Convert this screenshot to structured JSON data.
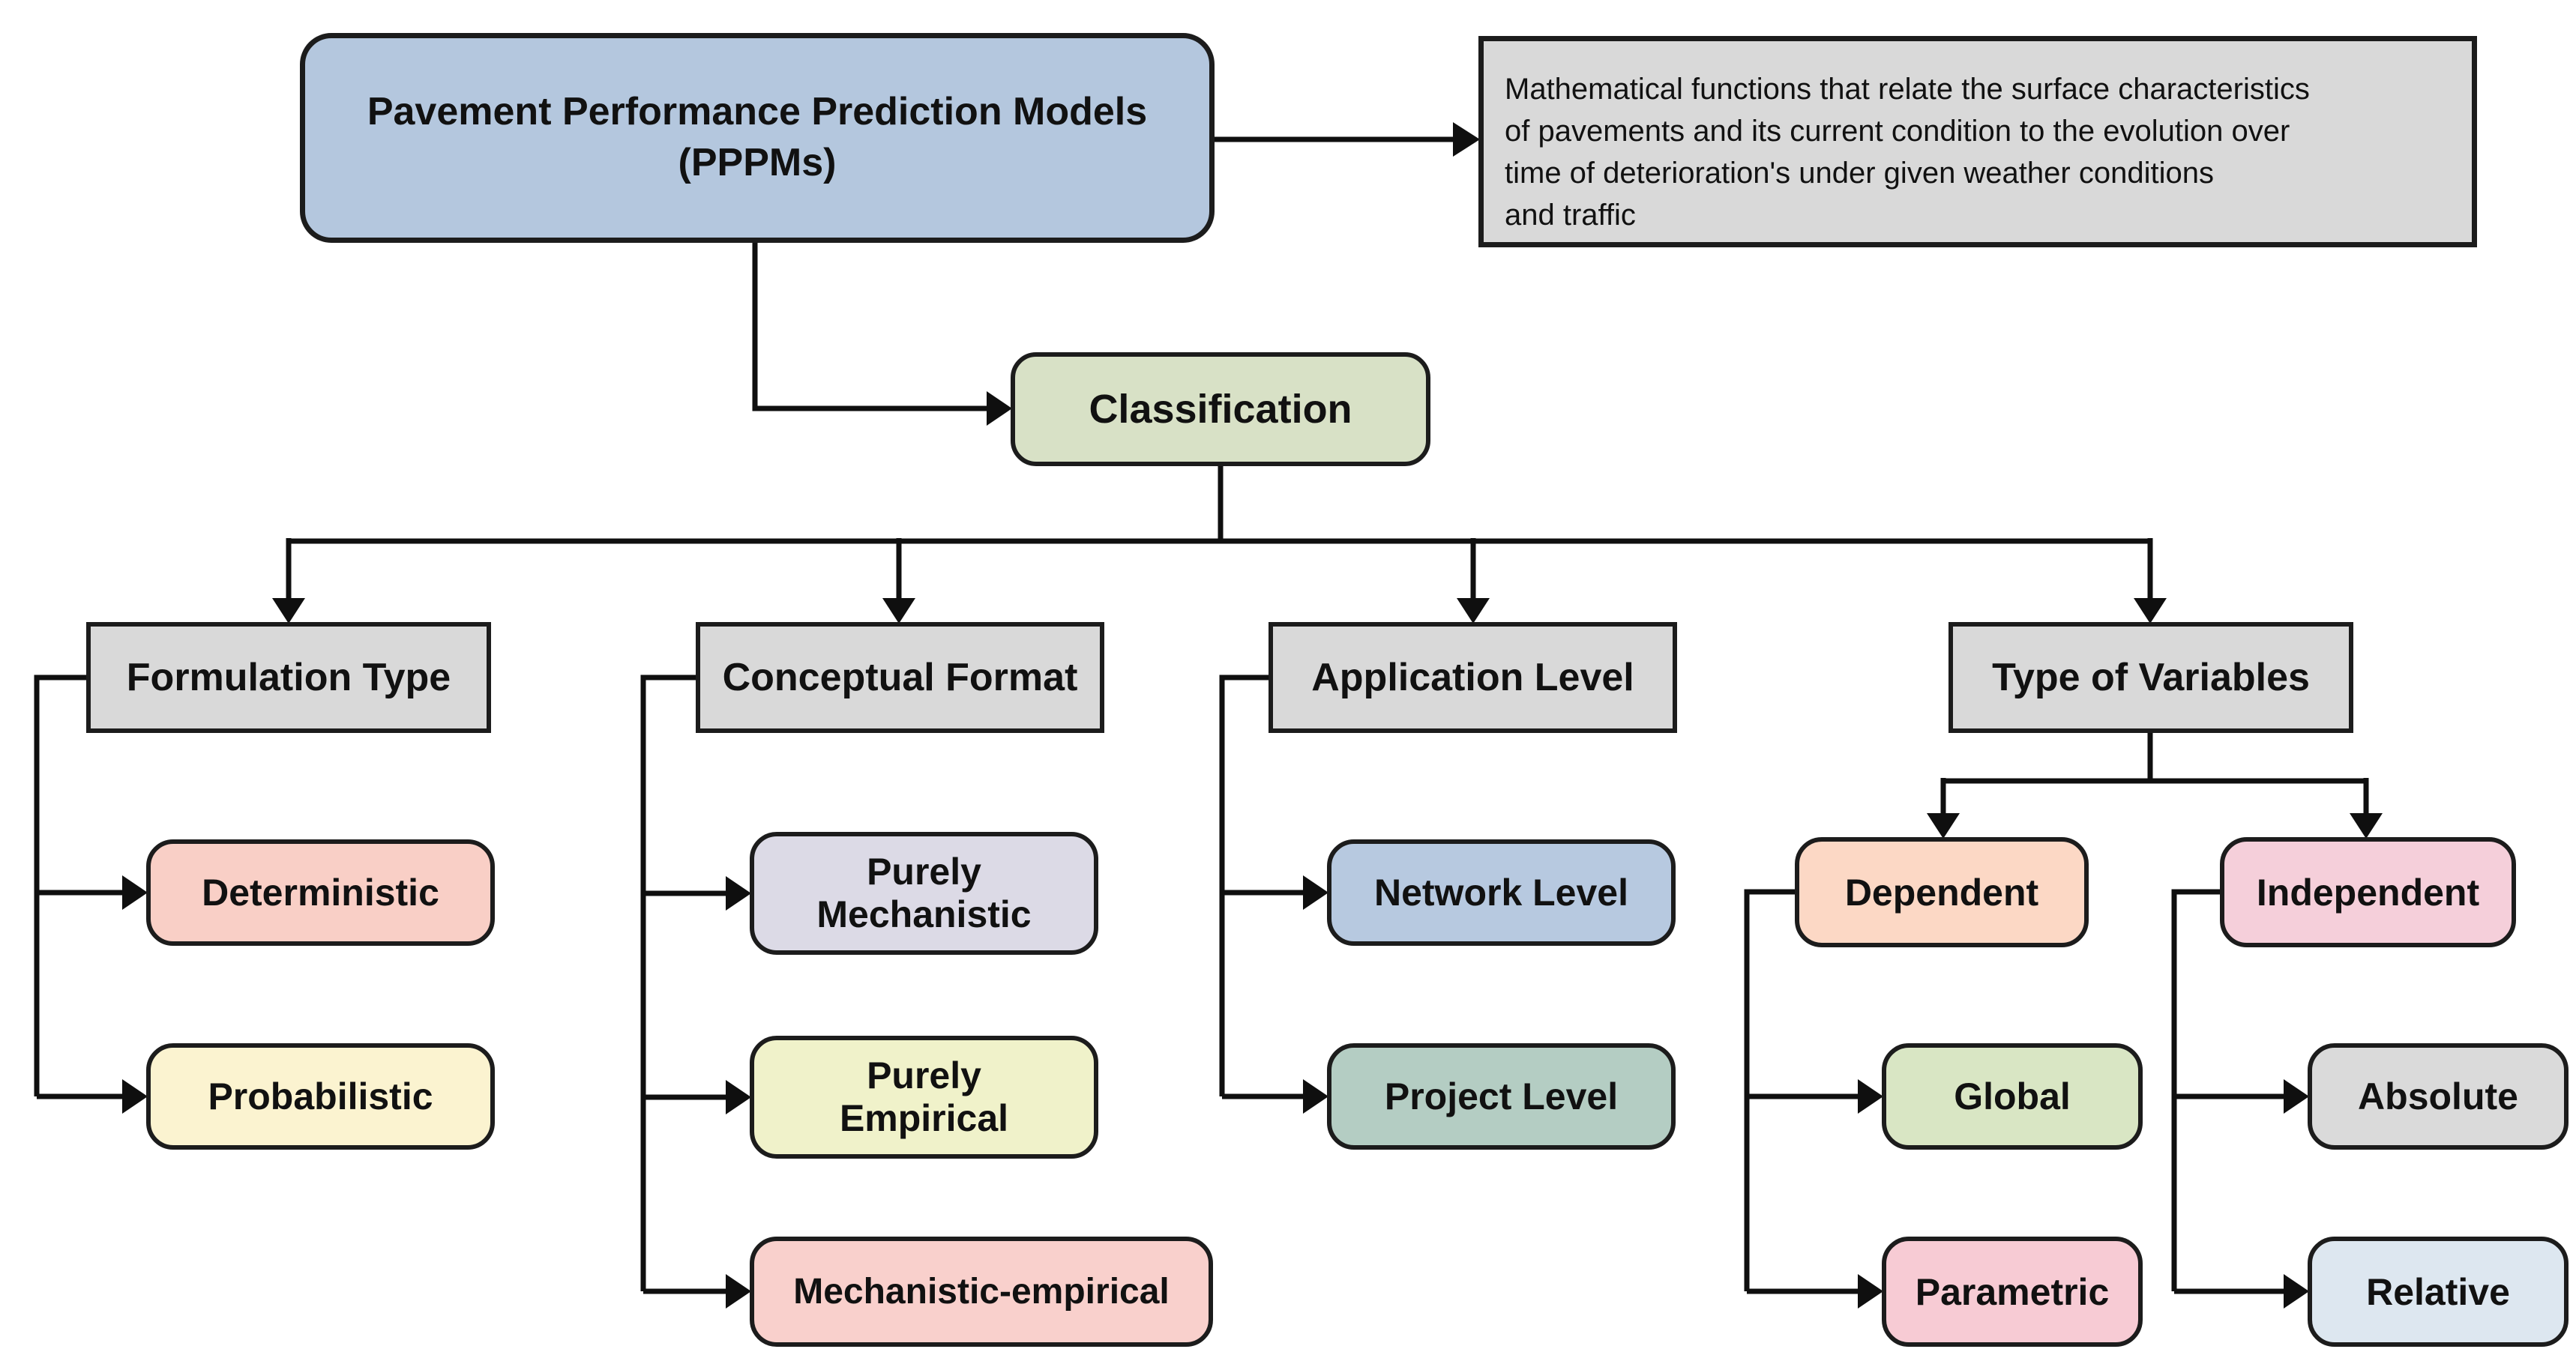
{
  "colors": {
    "background": "#ffffff",
    "line": "#0f0f0f",
    "border": "#1c1c1c"
  },
  "nodes": {
    "root": {
      "label": "Pavement Performance Prediction Models\n(PPPMs)",
      "fill": "#b4c7de"
    },
    "definition": {
      "label": "Mathematical functions that relate the surface characteristics\nof pavements and its current condition to the evolution over\ntime of deterioration's under given weather conditions\nand traffic",
      "fill": "#d9d9d9"
    },
    "classification": {
      "label": "Classification",
      "fill": "#d8e1c6"
    },
    "formulation_type": {
      "label": "Formulation Type",
      "fill": "#d9d9d9"
    },
    "deterministic": {
      "label": "Deterministic",
      "fill": "#f9cfc6"
    },
    "probabilistic": {
      "label": "Probabilistic",
      "fill": "#fbf3d0"
    },
    "conceptual_format": {
      "label": "Conceptual Format",
      "fill": "#d9d9d9"
    },
    "purely_mechanistic": {
      "label": "Purely\nMechanistic",
      "fill": "#dcdae6"
    },
    "purely_empirical": {
      "label": "Purely\nEmpirical",
      "fill": "#f0f2ca"
    },
    "mechanistic_empirical": {
      "label": "Mechanistic-empirical",
      "fill": "#f9d0cc"
    },
    "application_level": {
      "label": "Application Level",
      "fill": "#d9d9d9"
    },
    "network_level": {
      "label": "Network Level",
      "fill": "#b7c9e0"
    },
    "project_level": {
      "label": "Project Level",
      "fill": "#b4cdc3"
    },
    "type_of_variables": {
      "label": "Type of Variables",
      "fill": "#d9d9d9"
    },
    "dependent": {
      "label": "Dependent",
      "fill": "#fcd8c5"
    },
    "independent": {
      "label": "Independent",
      "fill": "#f5cfda"
    },
    "global": {
      "label": "Global",
      "fill": "#d9e6c4"
    },
    "parametric": {
      "label": "Parametric",
      "fill": "#f7cbd4"
    },
    "absolute": {
      "label": "Absolute",
      "fill": "#dadada"
    },
    "relative": {
      "label": "Relative",
      "fill": "#dde7f0"
    }
  }
}
